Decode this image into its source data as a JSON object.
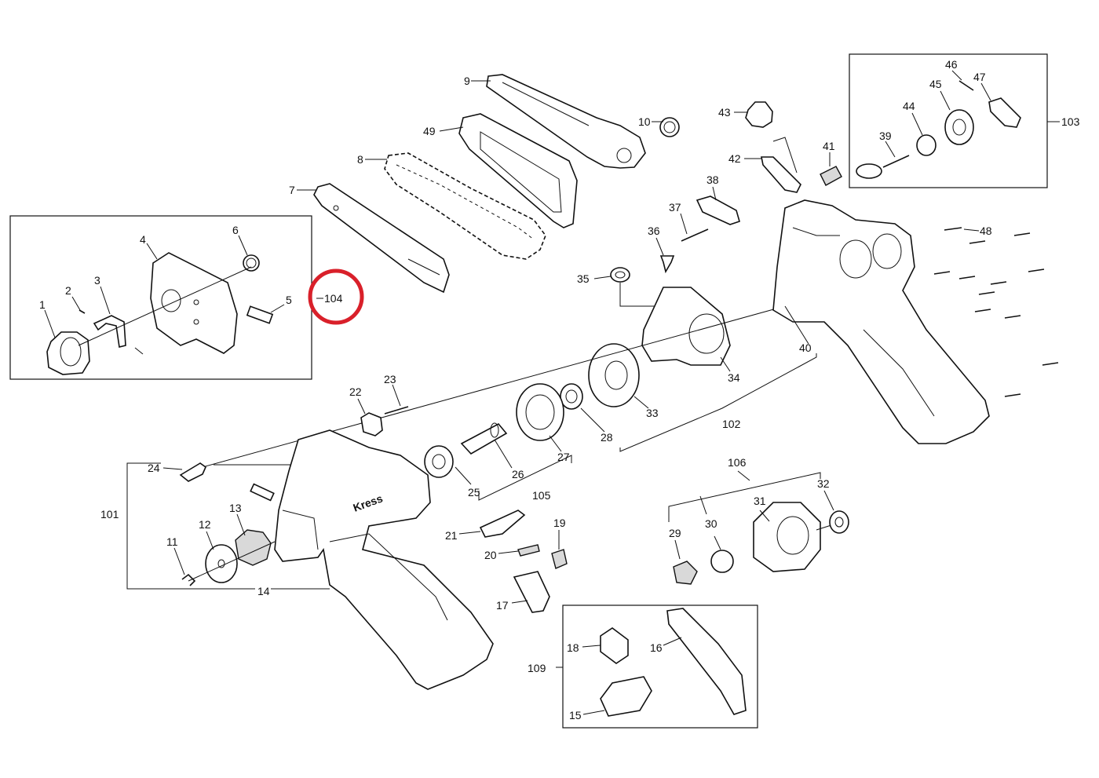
{
  "brand": "Kress",
  "labels": {
    "l1": "1",
    "l2": "2",
    "l3": "3",
    "l4": "4",
    "l5": "5",
    "l6": "6",
    "l7": "7",
    "l8": "8",
    "l9": "9",
    "l10": "10",
    "l11": "11",
    "l12": "12",
    "l13": "13",
    "l14": "14",
    "l15": "15",
    "l16": "16",
    "l17": "17",
    "l18": "18",
    "l19": "19",
    "l20": "20",
    "l21": "21",
    "l22": "22",
    "l23": "23",
    "l24": "24",
    "l25": "25",
    "l26": "26",
    "l27": "27",
    "l28": "28",
    "l29": "29",
    "l30": "30",
    "l31": "31",
    "l32": "32",
    "l33": "33",
    "l34": "34",
    "l35": "35",
    "l36": "36",
    "l37": "37",
    "l38": "38",
    "l39": "39",
    "l40": "40",
    "l41": "41",
    "l42": "42",
    "l43": "43",
    "l44": "44",
    "l45": "45",
    "l46": "46",
    "l47": "47",
    "l48": "48",
    "l49": "49",
    "l101": "101",
    "l102": "102",
    "l103": "103",
    "l104": "104",
    "l105": "105",
    "l106": "106",
    "l109": "109"
  },
  "colors": {
    "line": "#111111",
    "highlight_circle": "#d9202a",
    "background": "#ffffff"
  }
}
